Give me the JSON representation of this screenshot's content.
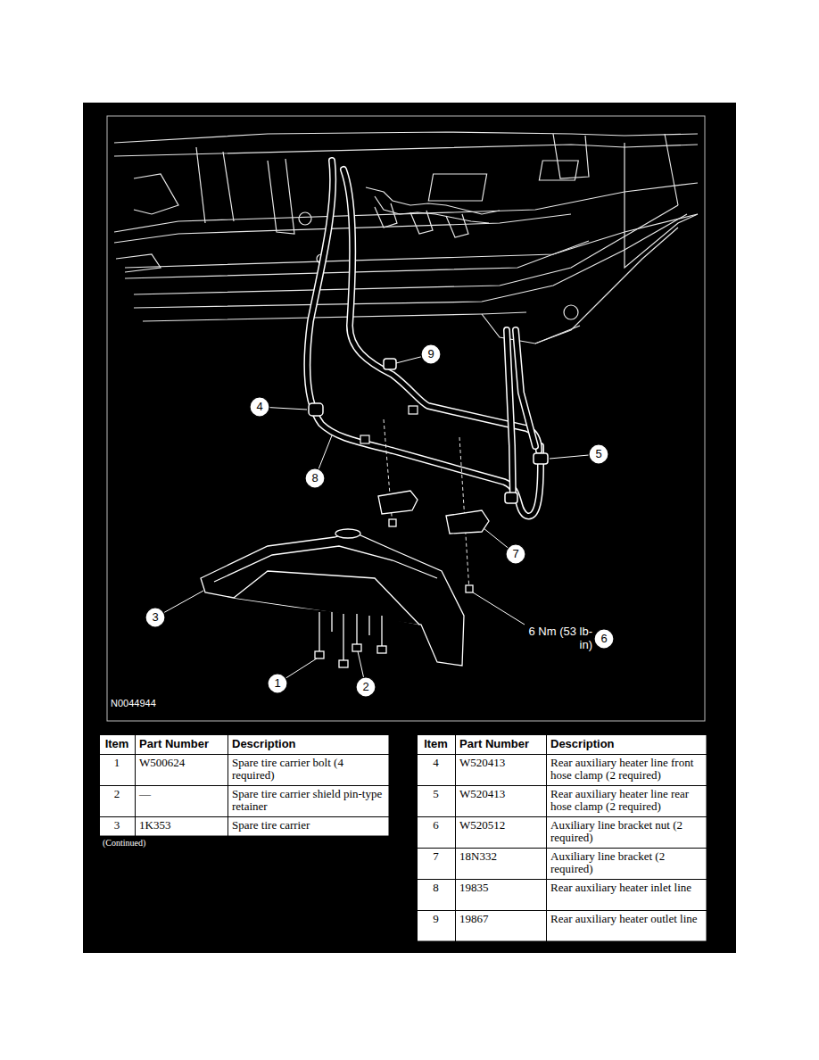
{
  "diagram": {
    "labels": [
      "9",
      "4",
      "5",
      "8",
      "7",
      "3",
      "6 Nm (53 lb-in)",
      "6",
      "1",
      "2",
      "N0044944",
      "Item",
      "Part Number",
      "Description",
      "1",
      "W500624",
      "Spare tire carrier bolt (4 required)",
      "2",
      "—",
      "Spare tire carrier shield pin-type retainer",
      "3",
      "1K353",
      "Spare tire carrier",
      "(Continued)",
      "Item",
      "Part Number",
      "Description",
      "4",
      "W520413",
      "Rear auxiliary heater line front hose clamp (2 required)",
      "5",
      "W520413",
      "Rear auxiliary heater line rear hose clamp (2 required)",
      "6",
      "W520512",
      "Auxiliary line bracket nut (2 required)",
      "7",
      "18N332",
      "Auxiliary line bracket (2 required)",
      "8",
      "19835",
      "Rear auxiliary heater inlet line",
      "9",
      "19867",
      "Rear auxiliary heater outlet line"
    ]
  }
}
